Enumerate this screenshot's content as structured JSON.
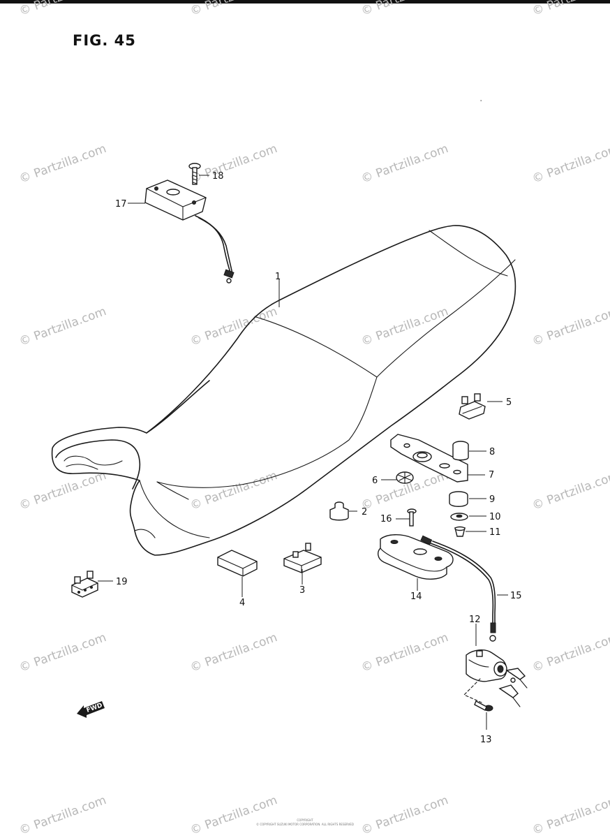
{
  "figure": {
    "title": "FIG. 45"
  },
  "watermark": {
    "text": "© Partzilla.com",
    "repeat": 20
  },
  "callouts": [
    "1",
    "2",
    "3",
    "4",
    "5",
    "6",
    "7",
    "8",
    "9",
    "10",
    "11",
    "12",
    "13",
    "14",
    "15",
    "16",
    "17",
    "18",
    "19"
  ],
  "fwd_label": "FWD",
  "footer": {
    "line1": "COPYRIGHT",
    "line2": "© COPYRIGHT SUZUKI MOTOR CORPORATION. ALL RIGHTS RESERVED"
  },
  "colors": {
    "ink": "#1a1a1a",
    "watermark": "#b8b8b8",
    "paper": "#ffffff"
  }
}
